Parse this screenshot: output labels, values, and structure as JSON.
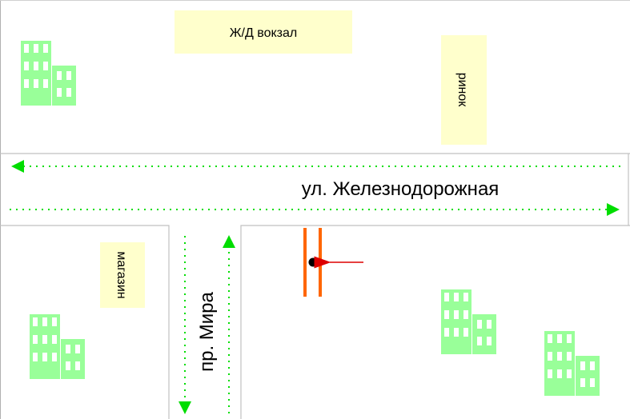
{
  "labels": {
    "station": "Ж/Д вокзал",
    "market": "ринок",
    "shop": "магазин",
    "street_horizontal": "ул. Железнодорожная",
    "street_vertical": "пр. Мира"
  },
  "colors": {
    "building": "#99ff99",
    "landmark_fill": "#ffffcc",
    "road_edge": "#c0c0c0",
    "traffic_arrow": "#00dd00",
    "crossing": "#ff6600",
    "pointer_arrow": "#dd0000"
  }
}
